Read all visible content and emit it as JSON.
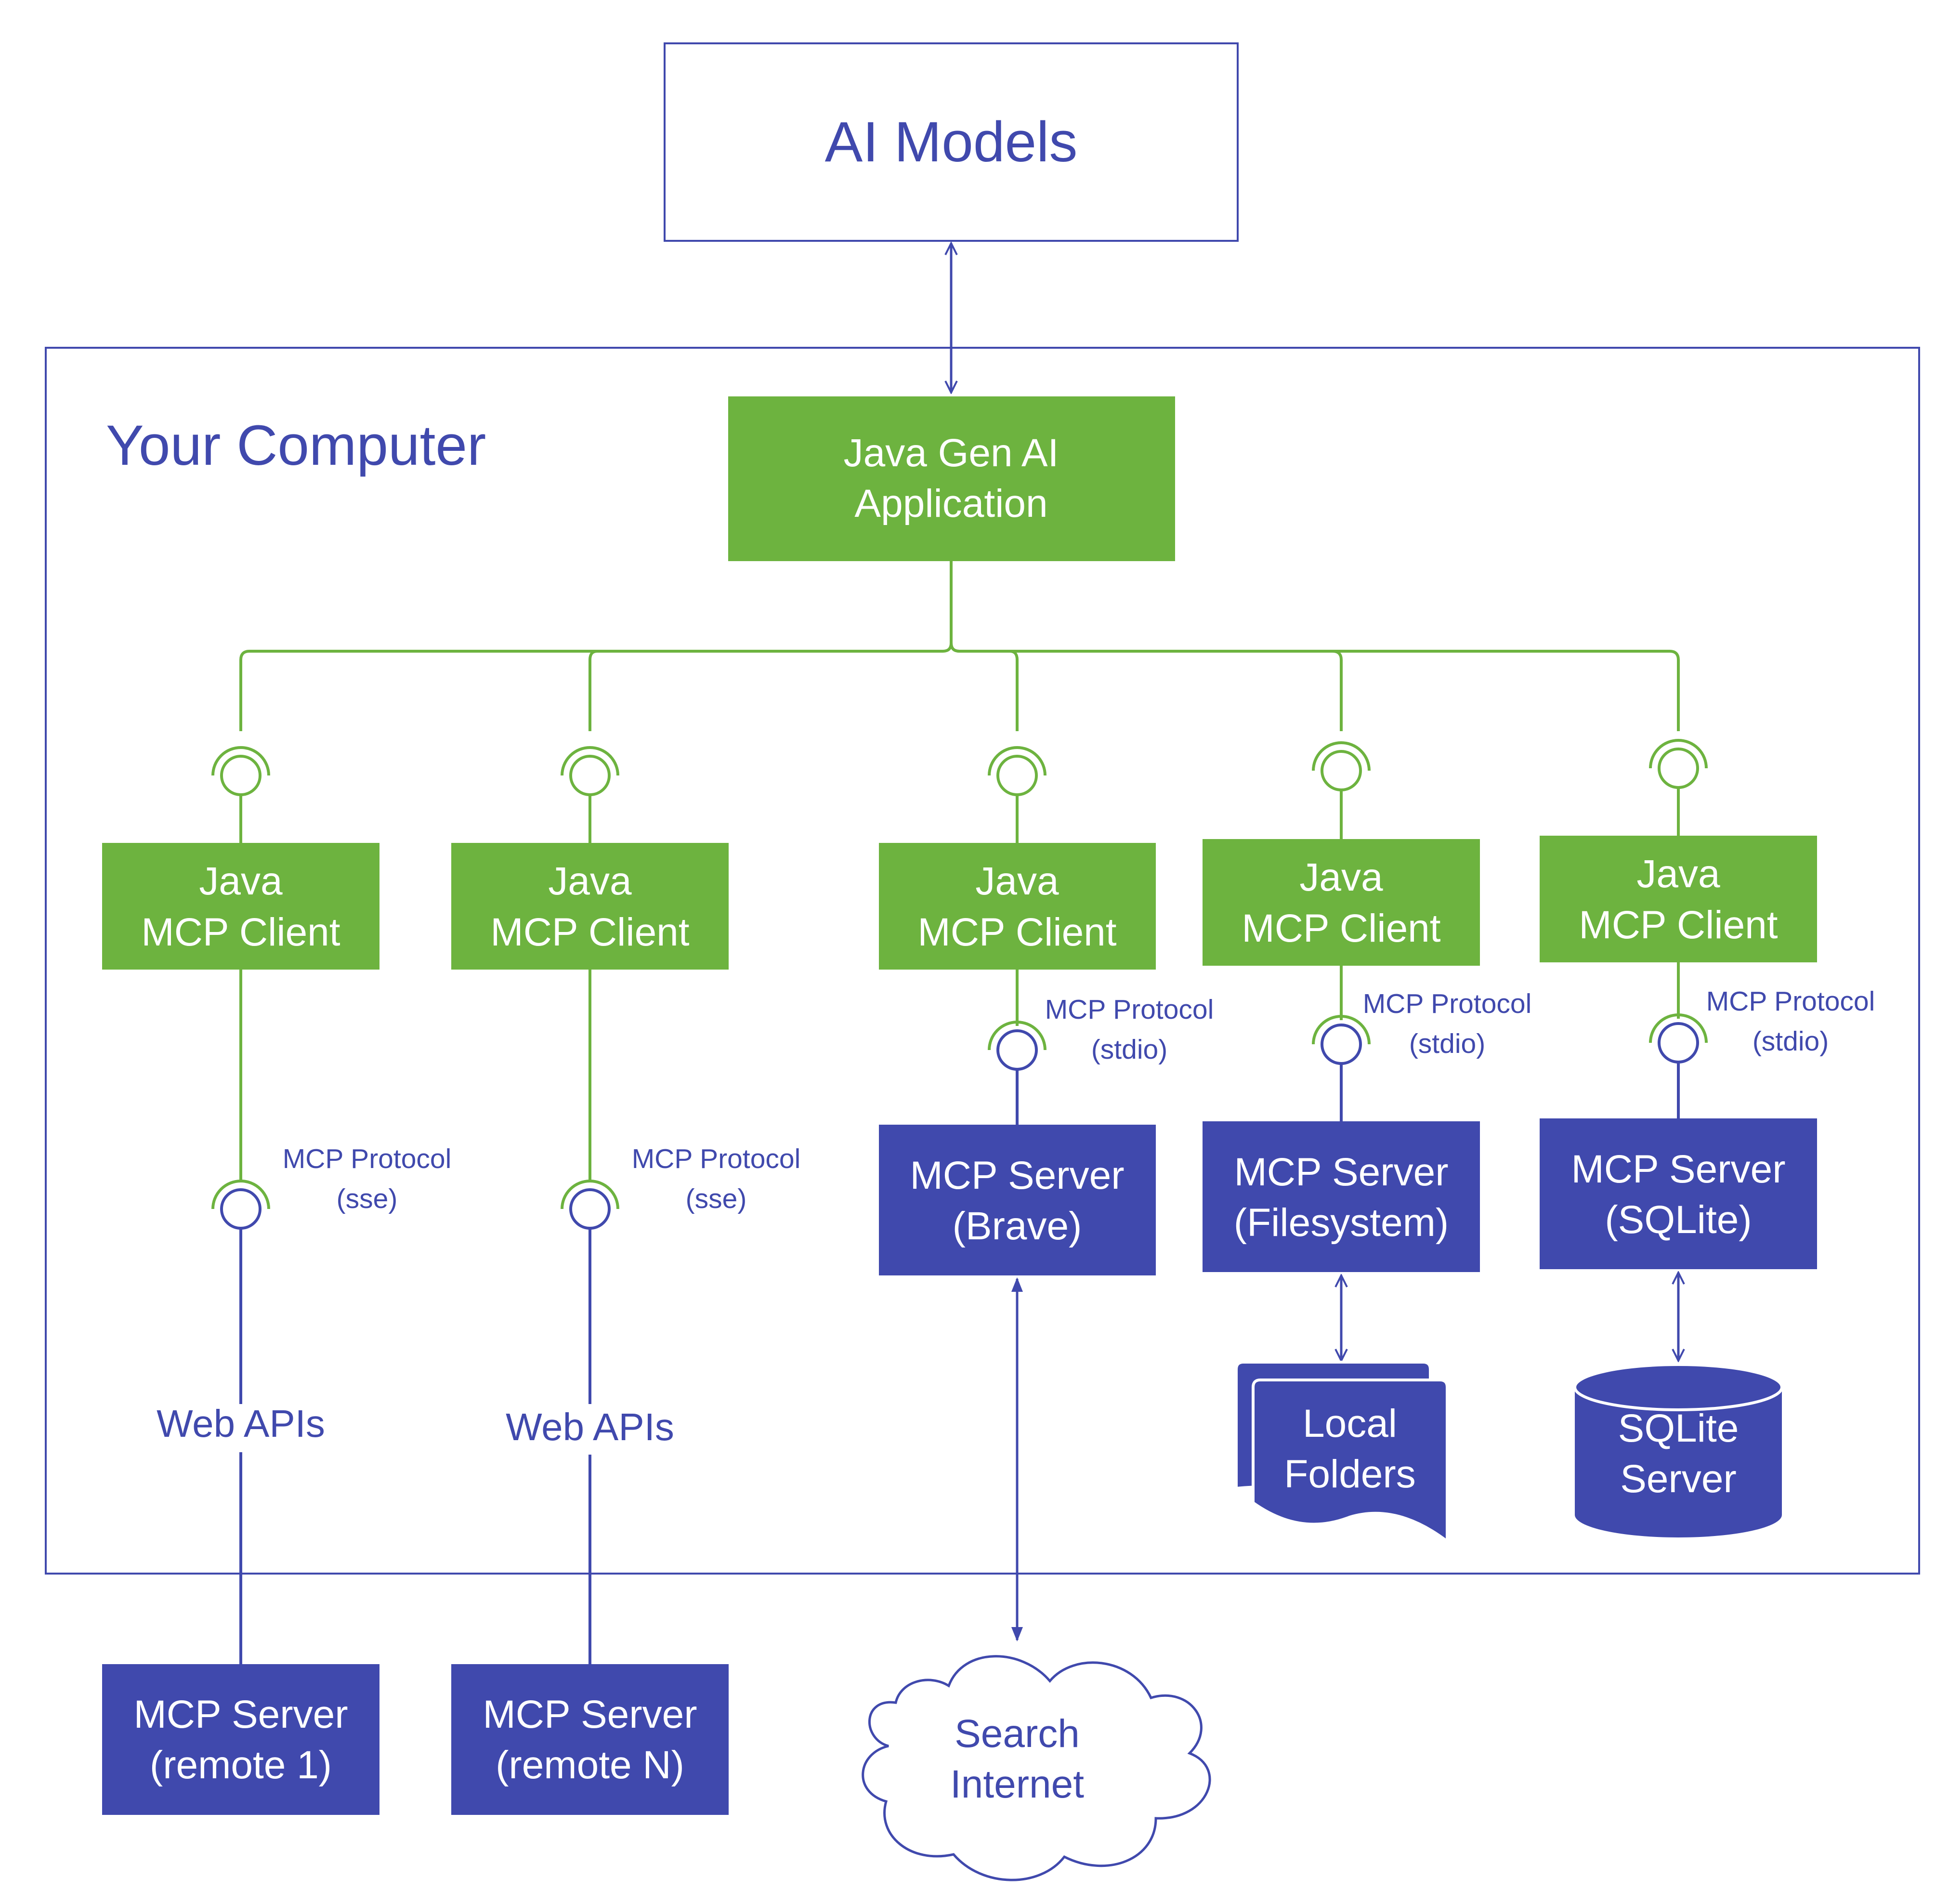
{
  "ai_models": {
    "label": "AI Models"
  },
  "computer": {
    "label": "Your Computer"
  },
  "app": {
    "line1": "Java Gen AI",
    "line2": "Application"
  },
  "clients": [
    {
      "line1": "Java",
      "line2": "MCP Client"
    },
    {
      "line1": "Java",
      "line2": "MCP Client"
    },
    {
      "line1": "Java",
      "line2": "MCP Client"
    },
    {
      "line1": "Java",
      "line2": "MCP Client"
    },
    {
      "line1": "Java",
      "line2": "MCP Client"
    }
  ],
  "protocols": [
    {
      "line1": "MCP Protocol",
      "line2": "(sse)"
    },
    {
      "line1": "MCP Protocol",
      "line2": "(sse)"
    },
    {
      "line1": "MCP Protocol",
      "line2": "(stdio)"
    },
    {
      "line1": "MCP Protocol",
      "line2": "(stdio)"
    },
    {
      "line1": "MCP Protocol",
      "line2": "(stdio)"
    }
  ],
  "web_apis": [
    "Web APIs",
    "Web APIs"
  ],
  "local_servers": [
    {
      "line1": "MCP Server",
      "line2": "(Brave)"
    },
    {
      "line1": "MCP Server",
      "line2": "(Filesystem)"
    },
    {
      "line1": "MCP Server",
      "line2": "(SQLite)"
    }
  ],
  "remote_servers": [
    {
      "line1": "MCP Server",
      "line2": "(remote 1)"
    },
    {
      "line1": "MCP Server",
      "line2": "(remote N)"
    }
  ],
  "search": {
    "line1": "Search",
    "line2": "Internet"
  },
  "folders": {
    "line1": "Local",
    "line2": "Folders"
  },
  "sqlite": {
    "line1": "SQLite",
    "line2": "Server"
  },
  "colors": {
    "green": "#6db33f",
    "blue": "#4049ad",
    "white": "#ffffff"
  }
}
